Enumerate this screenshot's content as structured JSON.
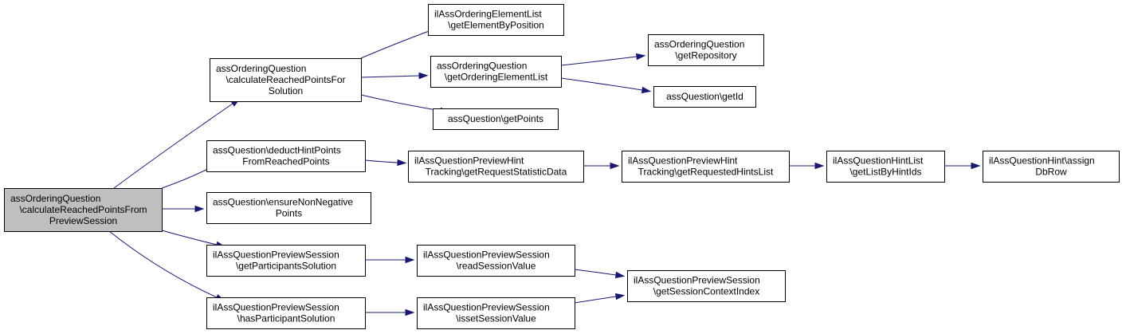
{
  "nodes": [
    {
      "id": "root",
      "lines": [
        "assOrderingQuestion",
        "\\calculateReachedPointsFrom",
        "PreviewSession"
      ],
      "root": true
    },
    {
      "id": "calcSolution",
      "lines": [
        "assOrderingQuestion",
        "\\calculateReachedPointsFor",
        "Solution"
      ]
    },
    {
      "id": "getElementByPosition",
      "lines": [
        "ilAssOrderingElementList",
        "\\getElementByPosition"
      ]
    },
    {
      "id": "getOrderingElementList",
      "lines": [
        "assOrderingQuestion",
        "\\getOrderingElementList"
      ]
    },
    {
      "id": "getRepository",
      "lines": [
        "assOrderingQuestion",
        "\\getRepository"
      ]
    },
    {
      "id": "getId",
      "lines": [
        "assQuestion\\getId"
      ]
    },
    {
      "id": "getPoints",
      "lines": [
        "assQuestion\\getPoints"
      ]
    },
    {
      "id": "deductHint",
      "lines": [
        "assQuestion\\deductHintPoints",
        "FromReachedPoints"
      ]
    },
    {
      "id": "getRequestStatisticData",
      "lines": [
        "ilAssQuestionPreviewHint",
        "Tracking\\getRequestStatisticData"
      ]
    },
    {
      "id": "getRequestedHintsList",
      "lines": [
        "ilAssQuestionPreviewHint",
        "Tracking\\getRequestedHintsList"
      ]
    },
    {
      "id": "getListByHintIds",
      "lines": [
        "ilAssQuestionHintList",
        "\\getListByHintIds"
      ]
    },
    {
      "id": "assignDbRow",
      "lines": [
        "ilAssQuestionHint\\assign",
        "DbRow"
      ]
    },
    {
      "id": "ensureNonNeg",
      "lines": [
        "assQuestion\\ensureNonNegative",
        "Points"
      ]
    },
    {
      "id": "getParticipantsSolution",
      "lines": [
        "ilAssQuestionPreviewSession",
        "\\getParticipantsSolution"
      ]
    },
    {
      "id": "readSessionValue",
      "lines": [
        "ilAssQuestionPreviewSession",
        "\\readSessionValue"
      ]
    },
    {
      "id": "getSessionContextIndex",
      "lines": [
        "ilAssQuestionPreviewSession",
        "\\getSessionContextIndex"
      ]
    },
    {
      "id": "hasParticipantSolution",
      "lines": [
        "ilAssQuestionPreviewSession",
        "\\hasParticipantSolution"
      ]
    },
    {
      "id": "issetSessionValue",
      "lines": [
        "ilAssQuestionPreviewSession",
        "\\issetSessionValue"
      ]
    }
  ],
  "edges": [
    {
      "from": "root",
      "to": "calcSolution"
    },
    {
      "from": "root",
      "to": "deductHint"
    },
    {
      "from": "root",
      "to": "ensureNonNeg"
    },
    {
      "from": "root",
      "to": "getParticipantsSolution"
    },
    {
      "from": "root",
      "to": "hasParticipantSolution"
    },
    {
      "from": "calcSolution",
      "to": "getElementByPosition"
    },
    {
      "from": "calcSolution",
      "to": "getOrderingElementList"
    },
    {
      "from": "calcSolution",
      "to": "getPoints"
    },
    {
      "from": "getOrderingElementList",
      "to": "getRepository"
    },
    {
      "from": "getOrderingElementList",
      "to": "getId"
    },
    {
      "from": "deductHint",
      "to": "getRequestStatisticData"
    },
    {
      "from": "getRequestStatisticData",
      "to": "getRequestedHintsList"
    },
    {
      "from": "getRequestedHintsList",
      "to": "getListByHintIds"
    },
    {
      "from": "getListByHintIds",
      "to": "assignDbRow"
    },
    {
      "from": "getParticipantsSolution",
      "to": "readSessionValue"
    },
    {
      "from": "readSessionValue",
      "to": "getSessionContextIndex"
    },
    {
      "from": "hasParticipantSolution",
      "to": "issetSessionValue"
    },
    {
      "from": "issetSessionValue",
      "to": "getSessionContextIndex"
    }
  ]
}
